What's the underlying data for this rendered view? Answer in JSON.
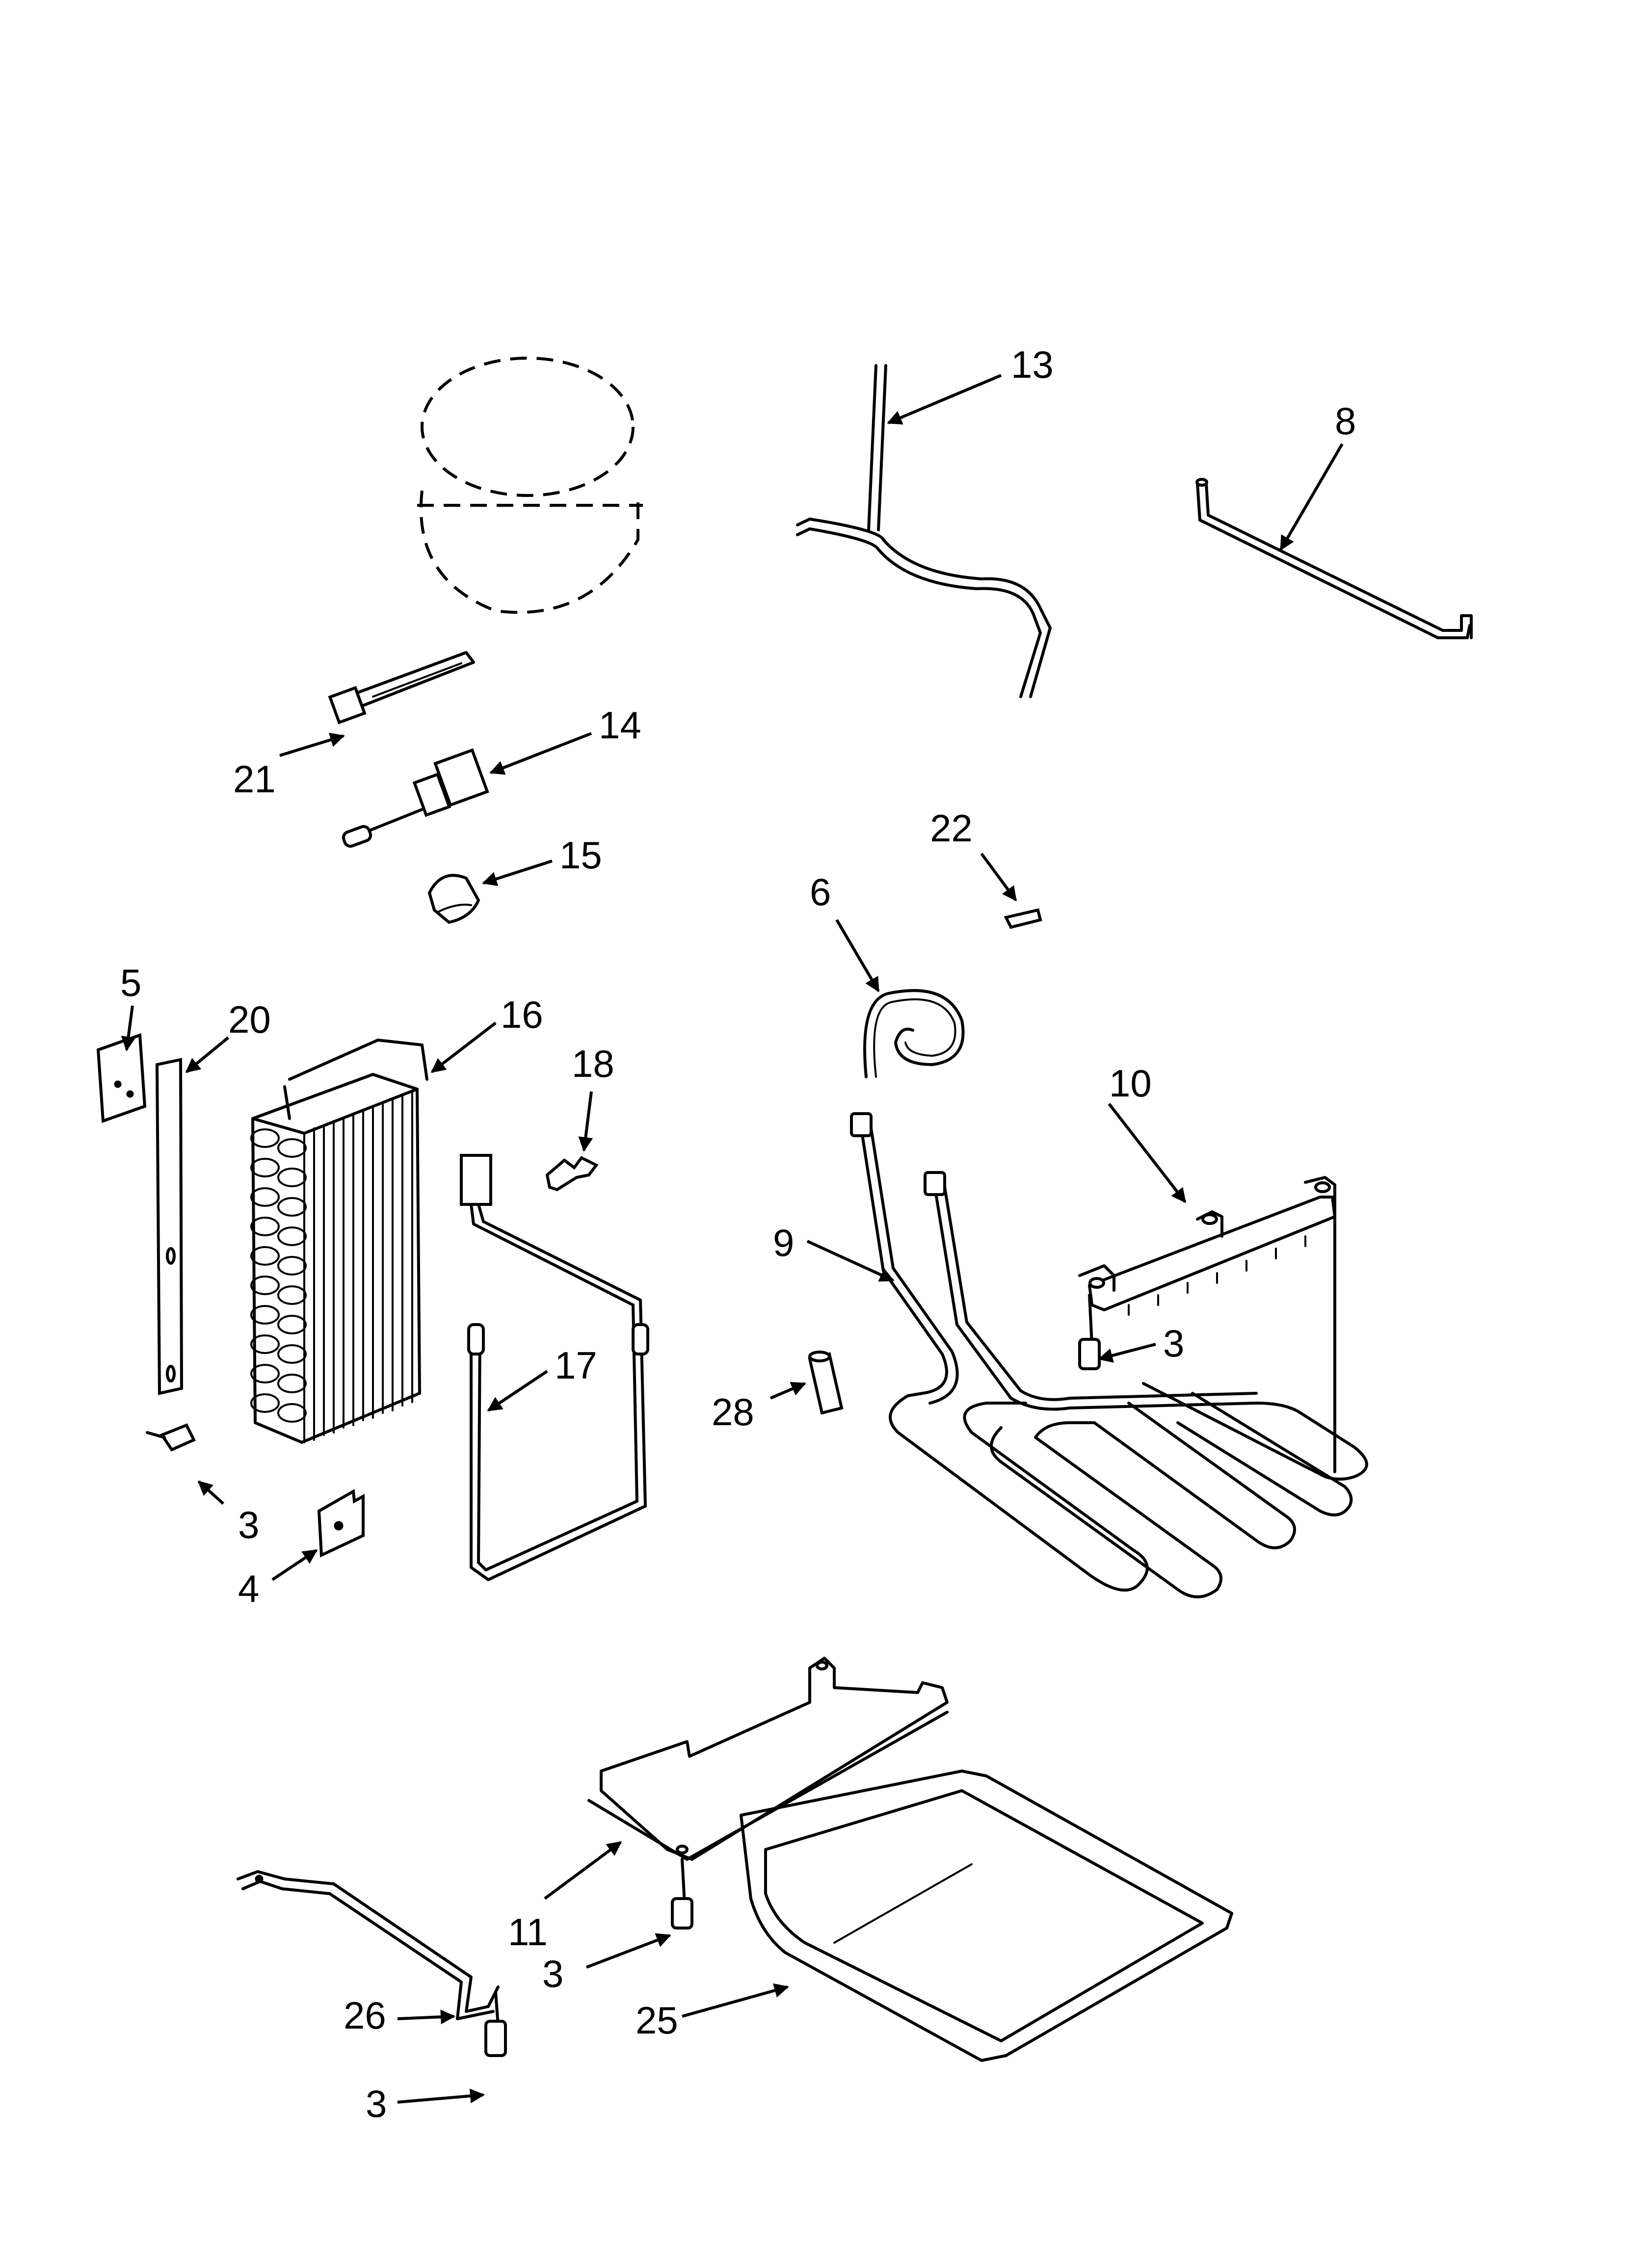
{
  "callouts": [
    {
      "id": "13",
      "text": "13"
    },
    {
      "id": "8",
      "text": "8"
    },
    {
      "id": "21",
      "text": "21"
    },
    {
      "id": "14",
      "text": "14"
    },
    {
      "id": "15",
      "text": "15"
    },
    {
      "id": "22",
      "text": "22"
    },
    {
      "id": "6",
      "text": "6"
    },
    {
      "id": "5",
      "text": "5"
    },
    {
      "id": "20",
      "text": "20"
    },
    {
      "id": "16",
      "text": "16"
    },
    {
      "id": "18",
      "text": "18"
    },
    {
      "id": "10",
      "text": "10"
    },
    {
      "id": "9",
      "text": "9"
    },
    {
      "id": "3a",
      "text": "3"
    },
    {
      "id": "17",
      "text": "17"
    },
    {
      "id": "28",
      "text": "28"
    },
    {
      "id": "3b",
      "text": "3"
    },
    {
      "id": "4",
      "text": "4"
    },
    {
      "id": "11",
      "text": "11"
    },
    {
      "id": "3c",
      "text": "3"
    },
    {
      "id": "25",
      "text": "25"
    },
    {
      "id": "26",
      "text": "26"
    },
    {
      "id": "3d",
      "text": "3"
    }
  ]
}
